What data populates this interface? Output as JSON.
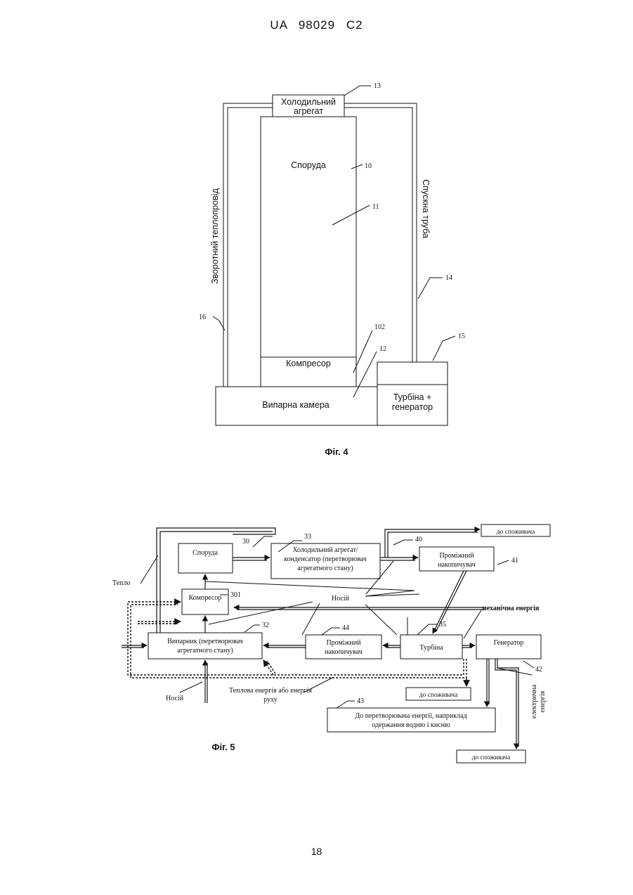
{
  "header": {
    "doc_number": "UA   98029   C2"
  },
  "page_number": "18",
  "fig4": {
    "caption": "Фіг. 4",
    "cooling_unit_line1": "Холодильний",
    "cooling_unit_line2": "агрегат",
    "building": "Споруда",
    "compressor": "Компресор",
    "evaporation_chamber": "Випарна камера",
    "turbine_line1": "Турбіна +",
    "turbine_line2": "генератор",
    "return_pipe": "Зворотний теплопровід",
    "downpipe": "Спускна труба",
    "refs": {
      "r13": "13",
      "r10": "10",
      "r11": "11",
      "r14": "14",
      "r16": "16",
      "r102": "102",
      "r12": "12",
      "r15": "15"
    }
  },
  "fig5": {
    "caption": "Фіг. 5",
    "building": "Споруда",
    "cond_line1": "Холодильний агрегат/",
    "cond_line2": "конденсатор (перетворювач",
    "cond_line3": "агрегатного стану)",
    "buffer1_line1": "Проміжний",
    "buffer1_line2": "накопичувач",
    "compressor": "Компресор",
    "evap_line1": "Випарник (перетворювач",
    "evap_line2": "агрегатного стану)",
    "buffer2_line1": "Проміжний",
    "buffer2_line2": "накопичувач",
    "turbine": "Турбіна",
    "generator": "Генератор",
    "to_consumer_1": "до споживача",
    "to_consumer_2": "до споживача",
    "to_consumer_3": "до споживача",
    "converter_line1": "До перетворювача енергії, наприклад",
    "converter_line2": "одержання  водню і кисню",
    "heat": "Тепло",
    "carrier_mid": "Носій",
    "carrier_bottom": "Носій",
    "mech_energy": "механічна енергія",
    "thermal_line1": "Теплова енергія  або енергія",
    "thermal_line2": "руху",
    "electric_line1": "електрична",
    "electric_line2": "енергія",
    "refs": {
      "r30": "30",
      "r33": "33",
      "r40": "40",
      "r41": "41",
      "r301": "301",
      "r32": "32",
      "r44": "44",
      "r35": "35",
      "r42": "42",
      "r43": "43"
    }
  }
}
